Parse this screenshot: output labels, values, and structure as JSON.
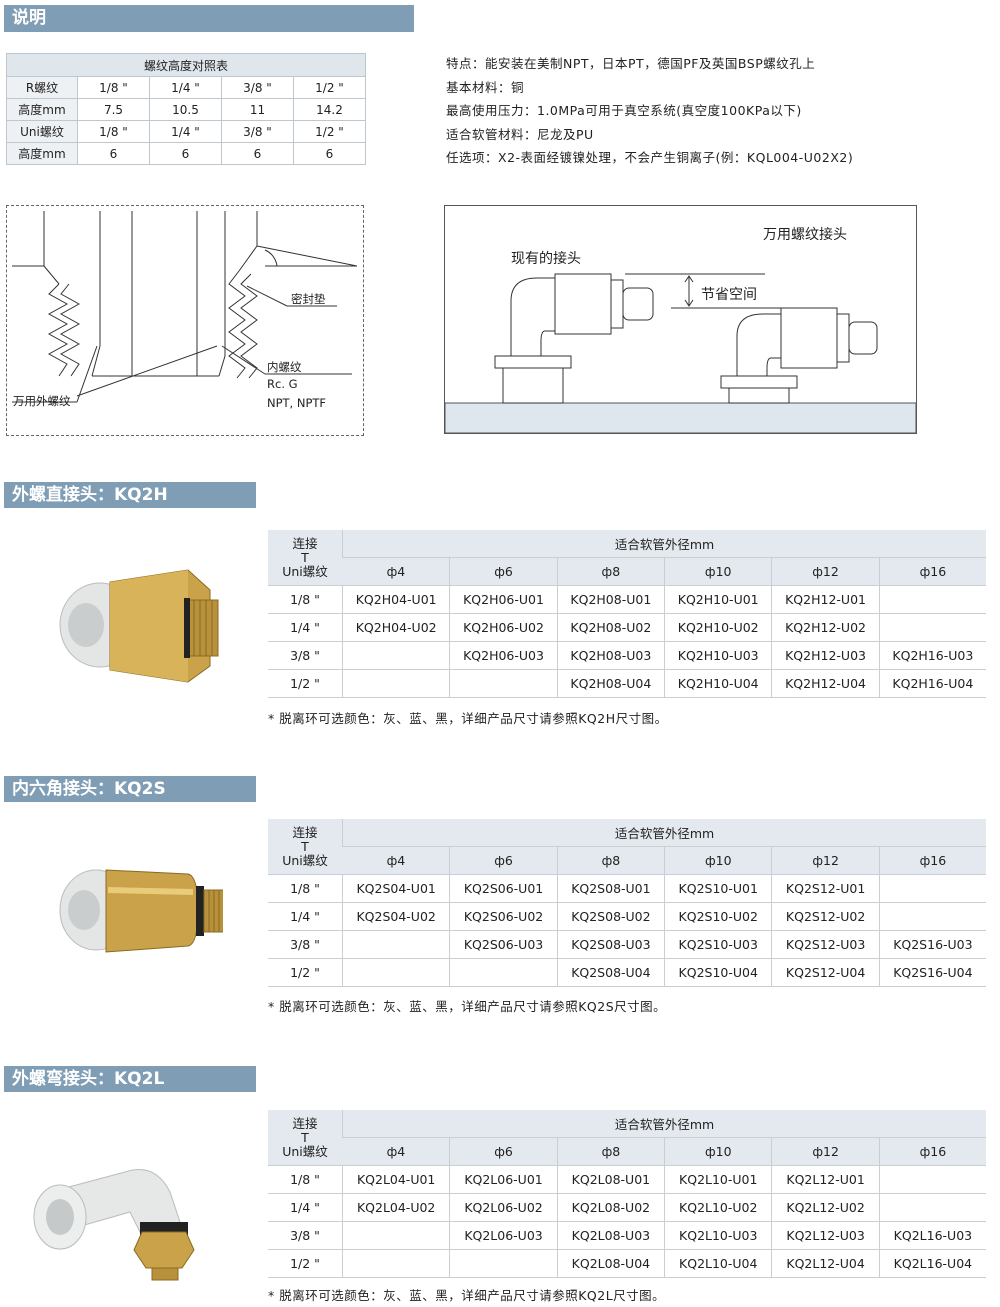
{
  "section_explain": {
    "title": "说明"
  },
  "thread_table": {
    "title": "螺纹高度对照表",
    "rows": [
      {
        "label": "R螺纹",
        "cells": [
          "1/8 \"",
          "1/4 \"",
          "3/8 \"",
          "1/2 \""
        ]
      },
      {
        "label": "高度mm",
        "cells": [
          "7.5",
          "10.5",
          "11",
          "14.2"
        ]
      },
      {
        "label": "Uni螺纹",
        "cells": [
          "1/8 \"",
          "1/4 \"",
          "3/8 \"",
          "1/2 \""
        ]
      },
      {
        "label": "高度mm",
        "cells": [
          "6",
          "6",
          "6",
          "6"
        ]
      }
    ]
  },
  "features": [
    "特点：能安装在美制NPT，日本PT，德国PF及英国BSP螺纹孔上",
    "基本材料：铜",
    "最高使用压力：1.0MPa可用于真空系统(真空度100KPa以下)",
    "适合软管材料：尼龙及PU",
    "任选项：X2-表面经镀镍处理，不会产生铜离子(例：KQL004-U02X2)"
  ],
  "diagram_left": {
    "seal": "密封垫",
    "inner_thread": "内螺纹",
    "rc_g": "Rc. G",
    "npt": "NPT, NPTF",
    "universal_outer": "万用外螺纹"
  },
  "diagram_right": {
    "universal": "万用螺纹接头",
    "existing": "现有的接头",
    "save_space": "节省空间"
  },
  "products": [
    {
      "title": "外螺直接头：KQ2H",
      "thead": {
        "conn": "连接",
        "t": "T",
        "uni": "Uni螺纹",
        "span": "适合软管外径mm",
        "sizes": [
          "ф4",
          "ф6",
          "ф8",
          "ф10",
          "ф12",
          "ф16"
        ]
      },
      "rows": [
        {
          "t": "1/8 \"",
          "cells": [
            "KQ2H04-U01",
            "KQ2H06-U01",
            "KQ2H08-U01",
            "KQ2H10-U01",
            "KQ2H12-U01",
            ""
          ]
        },
        {
          "t": "1/4 \"",
          "cells": [
            "KQ2H04-U02",
            "KQ2H06-U02",
            "KQ2H08-U02",
            "KQ2H10-U02",
            "KQ2H12-U02",
            ""
          ]
        },
        {
          "t": "3/8 \"",
          "cells": [
            "",
            "KQ2H06-U03",
            "KQ2H08-U03",
            "KQ2H10-U03",
            "KQ2H12-U03",
            "KQ2H16-U03"
          ]
        },
        {
          "t": "1/2 \"",
          "cells": [
            "",
            "",
            "KQ2H08-U04",
            "KQ2H10-U04",
            "KQ2H12-U04",
            "KQ2H16-U04"
          ]
        }
      ],
      "note": "* 脱离环可选颜色：灰、蓝、黑，详细产品尺寸请参照KQ2H尺寸图。"
    },
    {
      "title": "内六角接头：KQ2S",
      "thead": {
        "conn": "连接",
        "t": "T",
        "uni": "Uni螺纹",
        "span": "适合软管外径mm",
        "sizes": [
          "ф4",
          "ф6",
          "ф8",
          "ф10",
          "ф12",
          "ф16"
        ]
      },
      "rows": [
        {
          "t": "1/8 \"",
          "cells": [
            "KQ2S04-U01",
            "KQ2S06-U01",
            "KQ2S08-U01",
            "KQ2S10-U01",
            "KQ2S12-U01",
            ""
          ]
        },
        {
          "t": "1/4 \"",
          "cells": [
            "KQ2S04-U02",
            "KQ2S06-U02",
            "KQ2S08-U02",
            "KQ2S10-U02",
            "KQ2S12-U02",
            ""
          ]
        },
        {
          "t": "3/8 \"",
          "cells": [
            "",
            "KQ2S06-U03",
            "KQ2S08-U03",
            "KQ2S10-U03",
            "KQ2S12-U03",
            "KQ2S16-U03"
          ]
        },
        {
          "t": "1/2 \"",
          "cells": [
            "",
            "",
            "KQ2S08-U04",
            "KQ2S10-U04",
            "KQ2S12-U04",
            "KQ2S16-U04"
          ]
        }
      ],
      "note": "* 脱离环可选颜色：灰、蓝、黑，详细产品尺寸请参照KQ2S尺寸图。"
    },
    {
      "title": "外螺弯接头：KQ2L",
      "thead": {
        "conn": "连接",
        "t": "T",
        "uni": "Uni螺纹",
        "span": "适合软管外径mm",
        "sizes": [
          "ф4",
          "ф6",
          "ф8",
          "ф10",
          "ф12",
          "ф16"
        ]
      },
      "rows": [
        {
          "t": "1/8 \"",
          "cells": [
            "KQ2L04-U01",
            "KQ2L06-U01",
            "KQ2L08-U01",
            "KQ2L10-U01",
            "KQ2L12-U01",
            ""
          ]
        },
        {
          "t": "1/4 \"",
          "cells": [
            "KQ2L04-U02",
            "KQ2L06-U02",
            "KQ2L08-U02",
            "KQ2L10-U02",
            "KQ2L12-U02",
            ""
          ]
        },
        {
          "t": "3/8 \"",
          "cells": [
            "",
            "KQ2L06-U03",
            "KQ2L08-U03",
            "KQ2L10-U03",
            "KQ2L12-U03",
            "KQ2L16-U03"
          ]
        },
        {
          "t": "1/2 \"",
          "cells": [
            "",
            "",
            "KQ2L08-U04",
            "KQ2L10-U04",
            "KQ2L12-U04",
            "KQ2L16-U04"
          ]
        }
      ],
      "note": "* 脱离环可选颜色：灰、蓝、黑，详细产品尺寸请参照KQ2L尺寸图。"
    }
  ],
  "colors": {
    "band": "#7f9db4",
    "header": "#e3e9ee",
    "brass": "#c9a24a"
  }
}
